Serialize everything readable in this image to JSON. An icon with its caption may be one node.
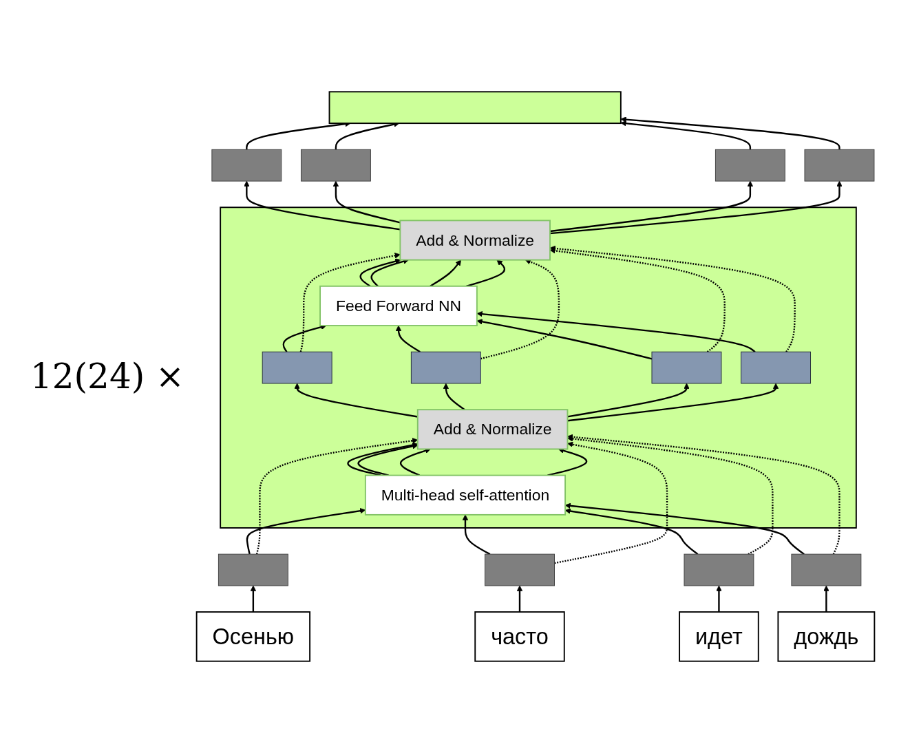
{
  "diagram": {
    "nodes": [
      {
        "text": [],
        "shape": "box"
      },
      {
        "text": [
          "Осенью"
        ]
      },
      {
        "text": [
          "часто"
        ]
      },
      {
        "text": [
          "идет"
        ]
      },
      {
        "text": [
          "дождь"
        ]
      },
      {
        "text": [],
        "shape": "bar"
      },
      {
        "text": [],
        "shape": "bar"
      },
      {
        "text": [],
        "shape": "bar"
      },
      {
        "text": [],
        "shape": "bar"
      },
      {
        "text": [],
        "shape": "box",
        "beside": [
          "12(24) ×"
        ]
      },
      {
        "text": [
          "Multi-head self-attention"
        ],
        "in": 9
      },
      {
        "text": [
          "Add & Normalize"
        ],
        "in": 9
      },
      {
        "text": [],
        "shape": "bar",
        "in": 9
      },
      {
        "text": [],
        "shape": "bar",
        "in": 9
      },
      {
        "text": [],
        "shape": "bar",
        "in": 9
      },
      {
        "text": [],
        "shape": "bar",
        "in": 9
      },
      {
        "text": [
          "Feed Forward NN"
        ],
        "in": 9
      },
      {
        "text": [
          "Add & Normalize"
        ],
        "in": 9
      },
      {
        "text": [],
        "shape": "bar"
      },
      {
        "text": [],
        "shape": "bar"
      },
      {
        "text": [],
        "shape": "bar"
      },
      {
        "text": [],
        "shape": "bar"
      }
    ],
    "edges": [
      {
        "from": 1,
        "to": 5,
        "arrow": "to"
      },
      {
        "from": 2,
        "to": 6,
        "arrow": "to"
      },
      {
        "from": 3,
        "to": 7,
        "arrow": "to"
      },
      {
        "from": 4,
        "to": 8,
        "arrow": "to"
      },
      {
        "from": 5,
        "to": 10,
        "arrow": "to"
      },
      {
        "from": 6,
        "to": 10,
        "arrow": "to"
      },
      {
        "from": 7,
        "to": 10,
        "arrow": "to"
      },
      {
        "from": 8,
        "to": 10,
        "arrow": "to"
      },
      {
        "from": 5,
        "to": 11,
        "arrow": "to",
        "style": "dashed"
      },
      {
        "from": 6,
        "to": 11,
        "arrow": "to",
        "style": "dashed"
      },
      {
        "from": 7,
        "to": 11,
        "arrow": "to",
        "style": "dashed"
      },
      {
        "from": 8,
        "to": 11,
        "arrow": "to",
        "style": "dashed"
      },
      {
        "from": 10,
        "to": 11,
        "arrow": "to"
      },
      {
        "from": 10,
        "to": 11,
        "arrow": "to"
      },
      {
        "from": 10,
        "to": 11,
        "arrow": "to"
      },
      {
        "from": 10,
        "to": 11,
        "arrow": "to"
      },
      {
        "from": 11,
        "to": 12,
        "arrow": "to"
      },
      {
        "from": 11,
        "to": 13,
        "arrow": "to"
      },
      {
        "from": 11,
        "to": 14,
        "arrow": "to"
      },
      {
        "from": 11,
        "to": 15,
        "arrow": "to"
      },
      {
        "from": 12,
        "to": 16,
        "arrow": "to"
      },
      {
        "from": 13,
        "to": 16,
        "arrow": "to"
      },
      {
        "from": 14,
        "to": 16,
        "arrow": "to"
      },
      {
        "from": 15,
        "to": 16,
        "arrow": "to"
      },
      {
        "from": 12,
        "to": 17,
        "arrow": "to",
        "style": "dashed"
      },
      {
        "from": 13,
        "to": 17,
        "arrow": "to",
        "style": "dashed"
      },
      {
        "from": 14,
        "to": 17,
        "arrow": "to",
        "style": "dashed"
      },
      {
        "from": 15,
        "to": 17,
        "arrow": "to",
        "style": "dashed"
      },
      {
        "from": 16,
        "to": 17,
        "arrow": "to"
      },
      {
        "from": 16,
        "to": 17,
        "arrow": "to"
      },
      {
        "from": 16,
        "to": 17,
        "arrow": "to"
      },
      {
        "from": 16,
        "to": 17,
        "arrow": "to"
      },
      {
        "from": 17,
        "to": 18,
        "arrow": "to"
      },
      {
        "from": 17,
        "to": 19,
        "arrow": "to"
      },
      {
        "from": 17,
        "to": 20,
        "arrow": "to"
      },
      {
        "from": 17,
        "to": 21,
        "arrow": "to"
      },
      {
        "from": 18,
        "to": 0,
        "arrow": "to"
      },
      {
        "from": 19,
        "to": 0,
        "arrow": "to"
      },
      {
        "from": 20,
        "to": 0,
        "arrow": "to"
      },
      {
        "from": 21,
        "to": 0,
        "arrow": "to"
      }
    ]
  }
}
